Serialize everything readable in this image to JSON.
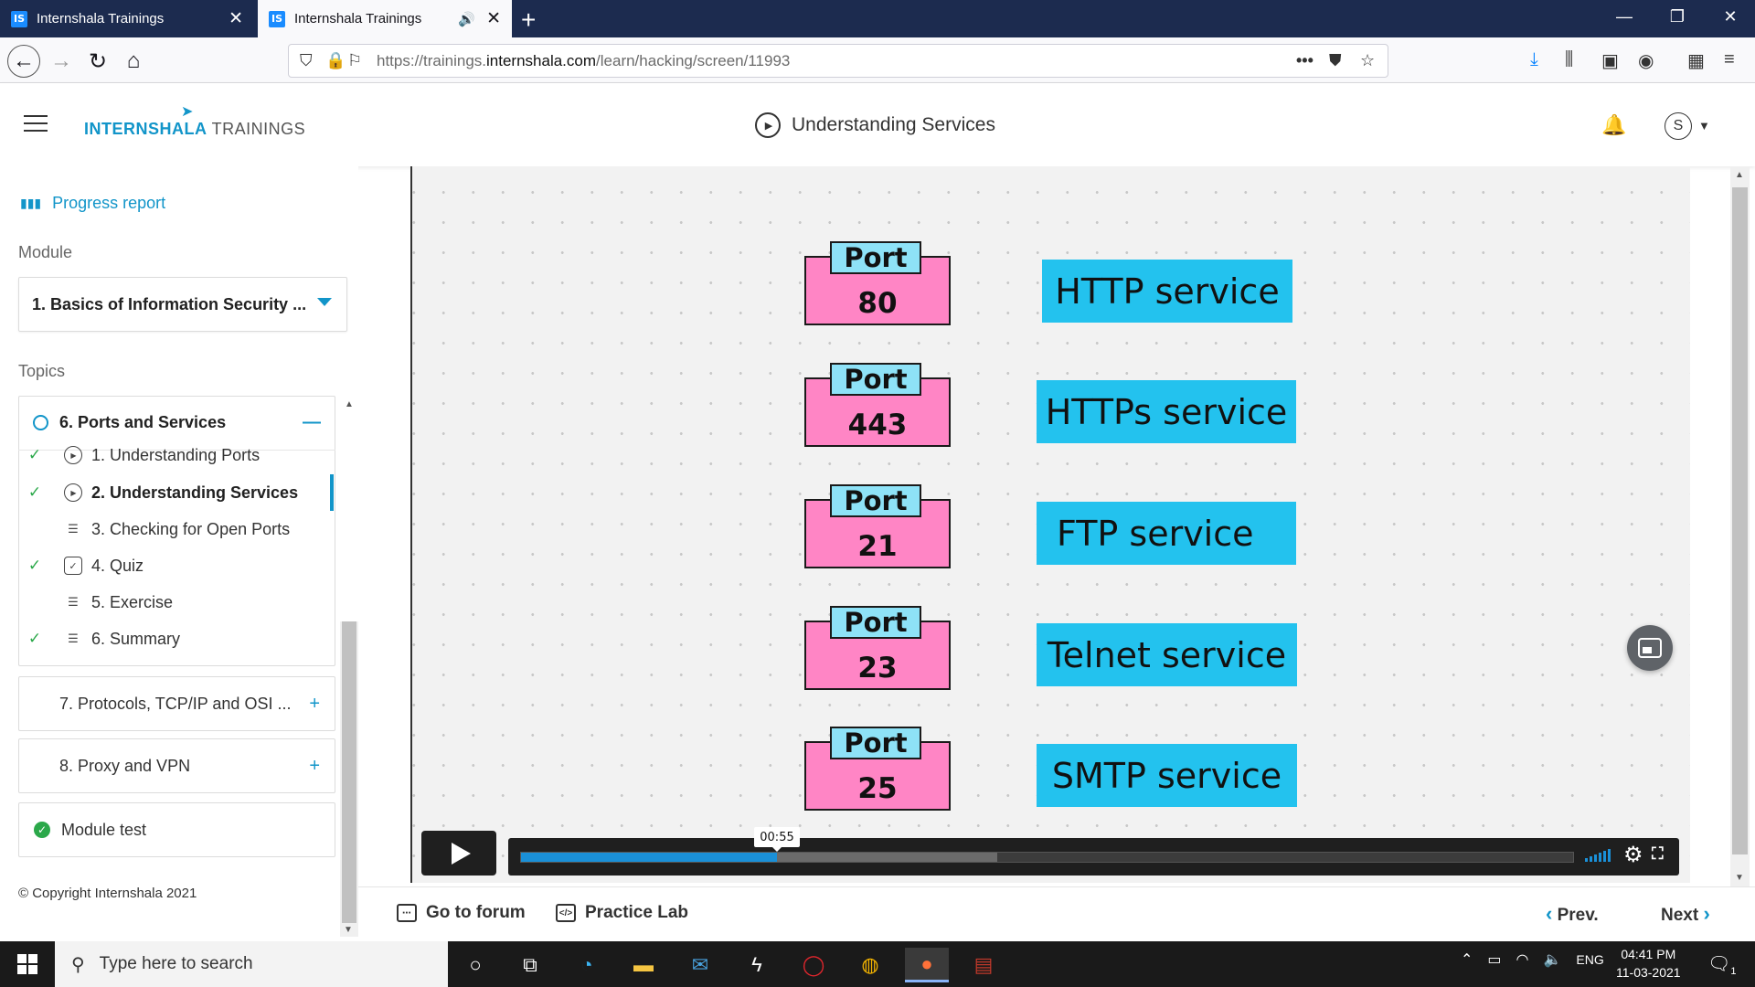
{
  "browser": {
    "tabs": [
      {
        "favicon": "IS",
        "title": "Internshala Trainings"
      },
      {
        "favicon": "IS",
        "title": "Internshala Trainings"
      }
    ],
    "url_prefix": "https://trainings.",
    "url_domain": "internshala.com",
    "url_path": "/learn/hacking/screen/11993"
  },
  "header": {
    "logo_part1": "INTERN",
    "logo_part2": "SHALA",
    "logo_part3": " TRAININGS",
    "lesson_title": "Understanding Services",
    "avatar_initial": "S"
  },
  "sidebar": {
    "progress_label": "Progress report",
    "module_label": "Module",
    "module_value": "1. Basics of Information Security ...",
    "topics_label": "Topics",
    "open_topic": "6. Ports and Services",
    "lessons": [
      {
        "label": "1. Understanding Ports",
        "done": "✓",
        "icon": "play"
      },
      {
        "label": "2. Understanding Services",
        "done": "✓",
        "icon": "play"
      },
      {
        "label": "3. Checking for Open Ports",
        "done": "",
        "icon": "text"
      },
      {
        "label": "4. Quiz",
        "done": "✓",
        "icon": "quiz"
      },
      {
        "label": "5. Exercise",
        "done": "",
        "icon": "text"
      },
      {
        "label": "6. Summary",
        "done": "✓",
        "icon": "text"
      }
    ],
    "collapsed_topics": [
      {
        "label": "7. Protocols, TCP/IP and OSI ..."
      },
      {
        "label": "8. Proxy and VPN"
      }
    ],
    "module_test": "Module test",
    "copyright": "© Copyright Internshala 2021"
  },
  "video": {
    "port_label": "Port",
    "ports": [
      {
        "number": "80",
        "service": "HTTP service"
      },
      {
        "number": "443",
        "service": "HTTPs service"
      },
      {
        "number": "21",
        "service": "FTP service"
      },
      {
        "number": "23",
        "service": "Telnet service"
      },
      {
        "number": "25",
        "service": "SMTP service"
      }
    ],
    "current_time": "00:55",
    "played_fraction": 0.243,
    "buffered_fraction": 0.453
  },
  "actions": {
    "forum": "Go to forum",
    "lab": "Practice Lab",
    "prev": "Prev.",
    "next": "Next"
  },
  "taskbar": {
    "search_placeholder": "Type here to search",
    "language": "ENG",
    "time": "04:41 PM",
    "date": "11-03-2021",
    "notification_count": "1"
  },
  "colors": {
    "brand": "#1295c9",
    "port_pink": "#ff85c5",
    "port_cyan": "#8ee2f7",
    "service_blue": "#23c2ee",
    "check_green": "#2ba84a",
    "progress_blue": "#1a90d8"
  }
}
